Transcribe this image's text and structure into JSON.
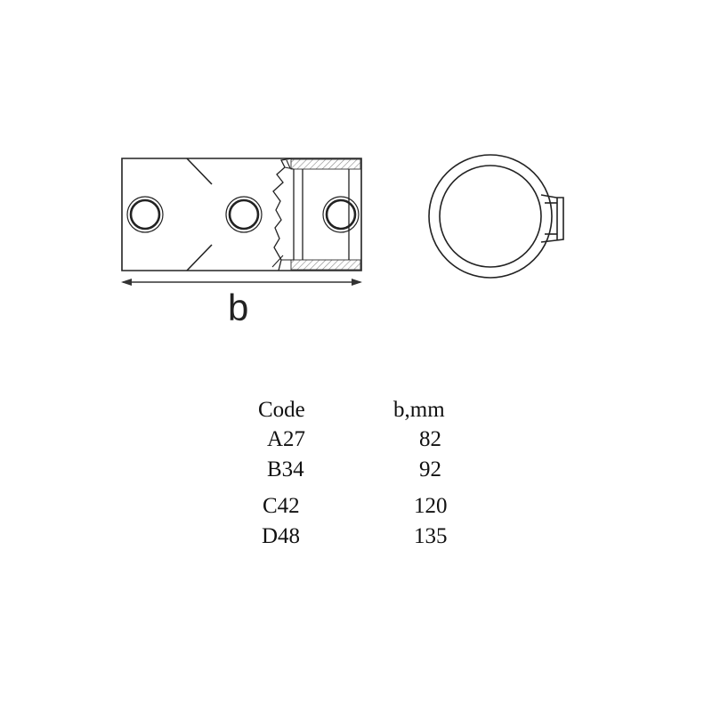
{
  "drawing": {
    "dimension_label": "b"
  },
  "table": {
    "headers": [
      "Code",
      "b,mm"
    ],
    "rows": [
      {
        "code": "A27",
        "b": "82"
      },
      {
        "code": "B34",
        "b": "92"
      },
      {
        "code": "C42",
        "b": "120"
      },
      {
        "code": "D48",
        "b": "135"
      }
    ]
  }
}
